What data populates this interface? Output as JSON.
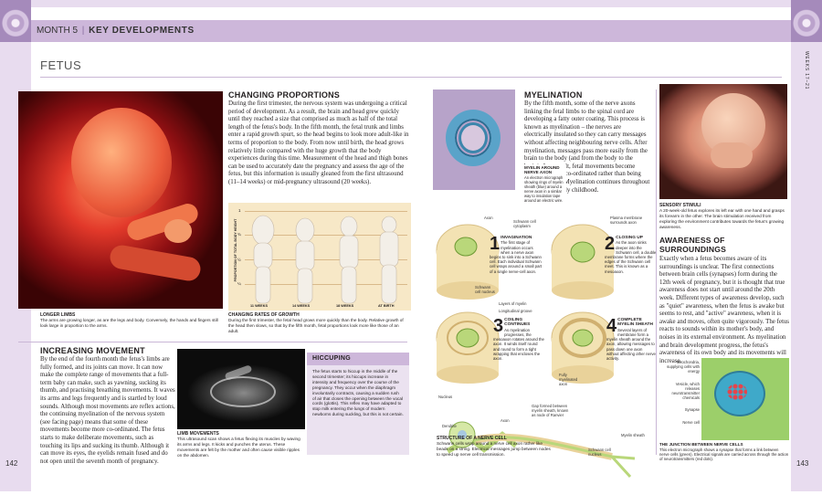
{
  "header": {
    "month": "MONTH 5",
    "sep": "|",
    "section": "KEY DEVELOPMENTS",
    "side_tab": "WEEKS 17–21"
  },
  "page_title": "FETUS",
  "page_numbers": {
    "left": "142",
    "right": "143"
  },
  "changing": {
    "title": "CHANGING PROPORTIONS",
    "body": "During the first trimester, the nervous system was undergoing a critical period of development. As a result, the brain and head grew quickly until they reached a size that comprised as much as half of the total length of the fetus's body. In the fifth month, the fetal trunk and limbs enter a rapid growth spurt, so the head begins to look more adult-like in terms of proportion to the body. From now until birth, the head grows relatively little compared with the huge growth that the body experiences during this time. Measurement of the head and thigh bones can be used to accurately date the pregnancy and assess the age of the fetus, but this information is usually gleaned from the first ultrasound (11–14 weeks) or mid-pregnancy ultrasound (20 weeks)."
  },
  "longer_limbs": {
    "title": "LONGER LIMBS",
    "text": "The arms are growing longer, as are the legs and body. Conversely, the hands and fingers still look large in proportion to the arms."
  },
  "growth_chart": {
    "y_axis": "PROPORTION OF TOTAL BODY HEIGHT",
    "fractions": [
      "1",
      "¾",
      "½",
      "¼"
    ],
    "labels": [
      "11 WEEKS",
      "14 WEEKS",
      "18 WEEKS",
      "AT BIRTH"
    ],
    "title": "CHANGING RATES OF GROWTH",
    "caption": "During the first trimester, the fetal head grows more quickly than the body. Relative growth of the head then slows, so that by the fifth month, fetal proportions look more like those of an adult."
  },
  "increasing": {
    "title": "INCREASING MOVEMENT",
    "body": "By the end of the fourth month the fetus's limbs are fully formed, and its joints can move. It can now make the complete range of movements that a full-term baby can make, such as yawning, sucking its thumb, and practising breathing movements. It waves its arms and legs frequently and is startled by loud sounds. Although most movements are reflex actions, the continuing myelination of the nervous system (see facing page) means that some of these movements become more co-ordinated. The fetus starts to make deliberate movements, such as touching its lips and sucking its thumb. Although it can move its eyes, the eyelids remain fused and do not open until the seventh month of pregnancy."
  },
  "limb_movements": {
    "title": "LIMB MOVEMENTS",
    "text": "This ultrasound scan shows a fetus flexing its muscles by waving its arms and legs. It kicks and punches the uterus. These movements are felt by the mother and often cause visible ripples on the abdomen."
  },
  "hiccuping": {
    "title": "HICCUPING",
    "body": "The fetus starts to hiccup in the middle of the second trimester; its hiccups increase in intensity and frequency over the course of the pregnancy. They occur when the diaphragm involuntarily contracts, causing a sudden rush of air that closes the opening between the vocal cords (glottis). This reflex may have adapted to stop milk entering the lungs of modern newborns during suckling, but this is not certain."
  },
  "myelination": {
    "title": "MYELINATION",
    "body": "By the fifth month, some of the nerve axons linking the fetal limbs to the spinal cord are developing a fatty outer coating. This process is known as myelination – the nerves are electrically insulated so they can carry messages without affecting neighbouring nerve cells. After myelination, messages pass more easily from the brain to the body (and from the body to the brain). As a result, fetal movements become faster and more co-ordinated rather than being slow and jerky. Myelination continues throughout fetal life and early childhood.",
    "micro_title": "MYELIN AROUND NERVE AXON",
    "micro_text": "An electron micrograph showing rings of myelin sheath (blue) around a nerve axon in a similar way to insulation tape around an electric wire."
  },
  "steps": [
    {
      "n": "1",
      "title": "INVAGINATION",
      "text": "The first stage of myelination occurs when a nerve axon begins to sink into a Schwann cell. Each individual Schwann cell wraps around a small part of a single nerve-cell axon."
    },
    {
      "n": "2",
      "title": "CLOSING UP",
      "text": "As the axon sinks deeper into the Schwann cell, a double membrane forms where the edges of the Schwann cell meet. This is known as a mesoaxon."
    },
    {
      "n": "3",
      "title": "COILING CONTINUES",
      "text": "As myelination progresses, the mesoaxon rotates around the axon. It winds itself round and round to form a tight wrapping that encloses the axon."
    },
    {
      "n": "4",
      "title": "COMPLETE MYELIN SHEATH",
      "text": "Several layers of membrane form a myelin sheath around the axon, allowing messages to pass down one axon without affecting other nerve activity."
    }
  ],
  "diagram_labels": {
    "axon": "Axon",
    "schwann_cyto": "Schwann cell cytoplasm",
    "schwann_nucleus": "Schwann cell nucleus",
    "plasma": "Plasma membrane surrounds axon",
    "layers": "Layers of myelin",
    "groove": "Longitudinal groove",
    "fully": "Fully myelinated axon",
    "nucleus": "Nucleus",
    "gap": "Gap formed between myelin sheath, known as node of Ranvier",
    "axon2": "Axon",
    "dendrite": "Dendrite",
    "myelin_sheath": "Myelin sheath",
    "schwann2": "Schwann cell nucleus"
  },
  "nerve_structure": {
    "title": "STRUCTURE OF A NERVE CELL",
    "text": "Schwann cells wrap around a nerve cell axon rather like beads on a string. Electrical messages jump between nodes to speed up nerve cell transmission."
  },
  "sensory": {
    "title": "SENSORY STIMULI",
    "text": "A 20-week-old fetus explores its left ear with one hand and grasps its forearm in the other. The brain stimulation received from exploring the environment contributes towards the fetus's growing awareness."
  },
  "awareness": {
    "title": "AWARENESS OF SURROUNDINGS",
    "body": "Exactly when a fetus becomes aware of its surroundings is unclear. The first connections between brain cells (synapses) form during the 12th week of pregnancy, but it is thought that true awareness does not start until around the 20th week. Different types of awareness develop, such as \"quiet\" awareness, when the fetus is awake but seems to rest, and \"active\" awareness, when it is awake and moves, often quite vigorously. The fetus reacts to sounds within its mother's body, and noises in its external environment. As myelination and brain development progress, the fetus's awareness of its own body and its movements will increase."
  },
  "synapse": {
    "labels": [
      "Mitochondria, supplying cells with energy",
      "Vesicle, which releases neurotransmitter chemicals",
      "Synapse",
      "Nerve cell"
    ],
    "title": "THE JUNCTION BETWEEN NERVE CELLS",
    "text": "This electron micrograph shows a synapse that forms a link between nerve cells (green). Electrical signals are carried across through the action of neurotransmitters (red dots)."
  }
}
